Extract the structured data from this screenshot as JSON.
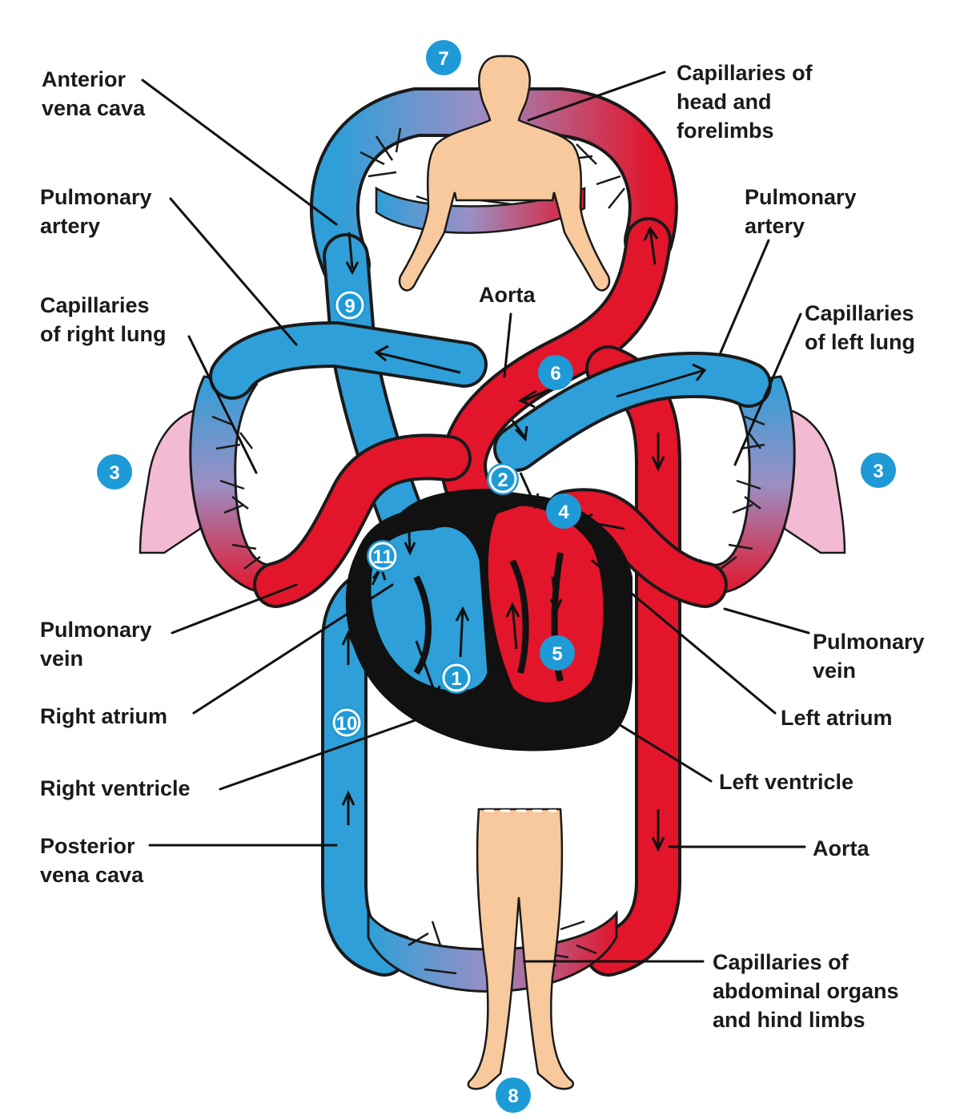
{
  "labels": {
    "anterior_vena_cava": [
      "Anterior",
      "vena cava"
    ],
    "capillaries_head": [
      "Capillaries of",
      "head and",
      "forelimbs"
    ],
    "pulmonary_artery_left": [
      "Pulmonary",
      "artery"
    ],
    "pulmonary_artery_right": [
      "Pulmonary",
      "artery"
    ],
    "aorta_top": [
      "Aorta"
    ],
    "capillaries_right_lung": [
      "Capillaries",
      "of right lung"
    ],
    "capillaries_left_lung": [
      "Capillaries",
      "of left lung"
    ],
    "pulmonary_vein_left": [
      "Pulmonary",
      "vein"
    ],
    "pulmonary_vein_right": [
      "Pulmonary",
      "vein"
    ],
    "right_atrium": [
      "Right atrium"
    ],
    "left_atrium": [
      "Left atrium"
    ],
    "right_ventricle": [
      "Right ventricle"
    ],
    "left_ventricle": [
      "Left ventricle"
    ],
    "posterior_vena_cava": [
      "Posterior",
      "vena cava"
    ],
    "aorta_bottom": [
      "Aorta"
    ],
    "capillaries_abdominal": [
      "Capillaries of",
      "abdominal organs",
      "and hind limbs"
    ]
  },
  "badges": {
    "b1": "1",
    "b2": "2",
    "b3_left": "3",
    "b3_right": "3",
    "b4": "4",
    "b5": "5",
    "b6": "6",
    "b7": "7",
    "b8": "8",
    "b9": "9",
    "b10": "10",
    "b11": "11"
  },
  "colors": {
    "oxygen_poor": "#2e9fd8",
    "oxygen_rich": "#e2152b",
    "heart_wall": "#111111",
    "skin": "#f8c99d",
    "lung": "#f3bad3",
    "badge": "#1e9ad6"
  }
}
